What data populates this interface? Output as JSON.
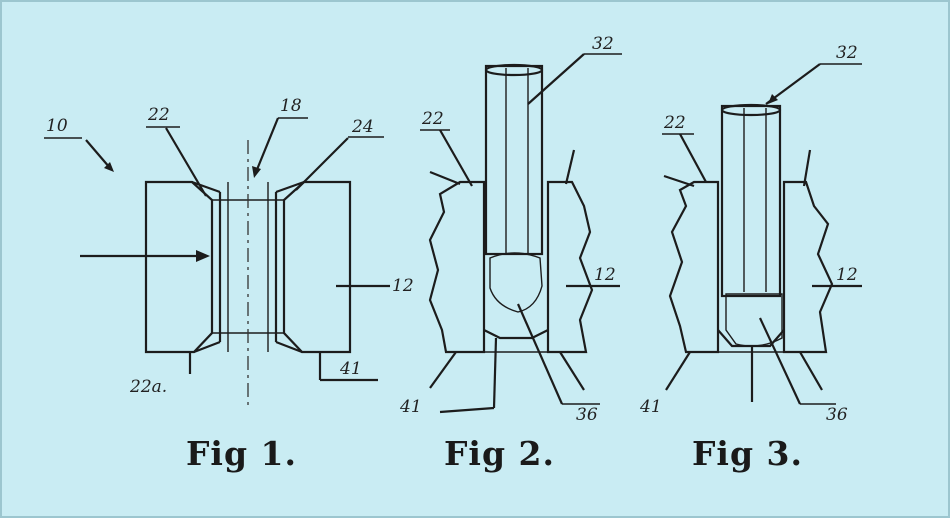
{
  "colors": {
    "background": "#c9ecf3",
    "ink": "#1c1c1c",
    "filler": "#e8eef0"
  },
  "figures": [
    {
      "caption": "Fig 1.",
      "refs": {
        "assembly": "10",
        "chamfer": "22",
        "bore": "18",
        "hole_wall": "24",
        "body": "12",
        "bottom_chamfer": "22a.",
        "bottom_face": "41"
      }
    },
    {
      "caption": "Fig 2.",
      "refs": {
        "rod": "32",
        "chamfer": "22",
        "body": "12",
        "bottom_face": "41",
        "weld_material": "36"
      }
    },
    {
      "caption": "Fig 3.",
      "refs": {
        "rod": "32",
        "chamfer": "22",
        "body": "12",
        "bottom_face": "41",
        "weld_material": "36"
      }
    }
  ]
}
